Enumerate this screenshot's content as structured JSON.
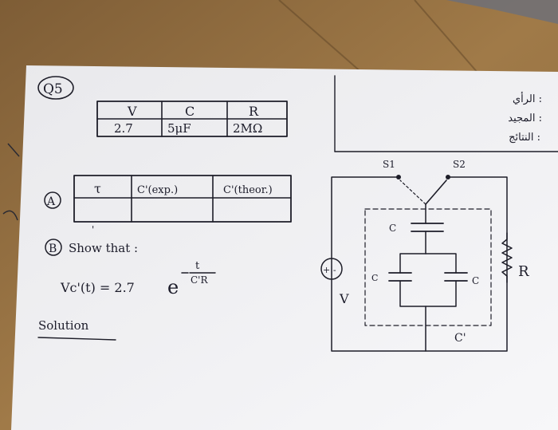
{
  "question_label": "Q5",
  "given_table": {
    "headers": [
      "V",
      "C",
      "R"
    ],
    "values": [
      "2.7",
      "5μF",
      "2MΩ"
    ]
  },
  "part_a": {
    "label": "A",
    "headers": [
      "τ",
      "C'(exp.)",
      "C'(theor.)"
    ]
  },
  "part_b": {
    "label": "B",
    "instruction": "Show that :",
    "equation_lhs": "Vc'(t) = 2.7",
    "equation_base": "e",
    "equation_exp_num": "t",
    "equation_exp_den": "C'R"
  },
  "solution_label": "Solution",
  "arabic_note": [
    "الرأي :",
    "المجيد :",
    "النتائج :"
  ],
  "circuit": {
    "switch_1": "S1",
    "switch_2": "S2",
    "cap_top": "C",
    "cap_left": "C",
    "cap_right": "C",
    "equivalent": "C'",
    "resistor": "R",
    "source": "V",
    "battery_symbol": "+|-"
  }
}
